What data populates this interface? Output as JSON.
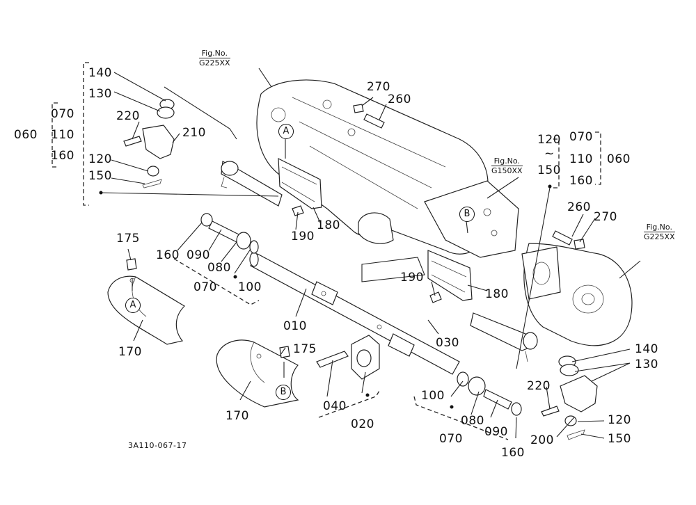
{
  "diagram_code": "3A110-067-17",
  "fig_refs": {
    "top_left": {
      "label": "Fig.No.",
      "code": "G225XX"
    },
    "center": {
      "label": "Fig.No.",
      "code": "G150XX"
    },
    "right": {
      "label": "Fig.No.",
      "code": "G225XX"
    }
  },
  "circle_markers": {
    "a1": "A",
    "a2": "A",
    "b1": "B",
    "b2": "B"
  },
  "labels": {
    "l140a": "140",
    "l130a": "130",
    "l220a": "220",
    "l210": "210",
    "l120a": "120",
    "l150a": "150",
    "l060a": "060",
    "l070a": "070",
    "l110a": "110",
    "l160a": "160",
    "l270a": "270",
    "l260a": "260",
    "l180a": "180",
    "l190a": "190",
    "l160b": "160",
    "l090a": "090",
    "l080a": "080",
    "l070b": "070",
    "l100a": "100",
    "l175a": "175",
    "l170a": "170",
    "l010": "010",
    "l030": "030",
    "l175b": "175",
    "l170b": "170",
    "l040": "040",
    "l020": "020",
    "l100b": "100",
    "l080b": "080",
    "l090b": "090",
    "l070c": "070",
    "l160c": "160",
    "l120b": "120",
    "l150b": "150",
    "l070d": "070",
    "l110b": "110",
    "l160d": "160",
    "l060b": "060",
    "l260b": "260",
    "l270b": "270",
    "l190b": "190",
    "l180b": "180",
    "l140b": "140",
    "l130b": "130",
    "l220b": "220",
    "l200": "200",
    "l120c": "120",
    "l150c": "150"
  },
  "range_sep": "~"
}
